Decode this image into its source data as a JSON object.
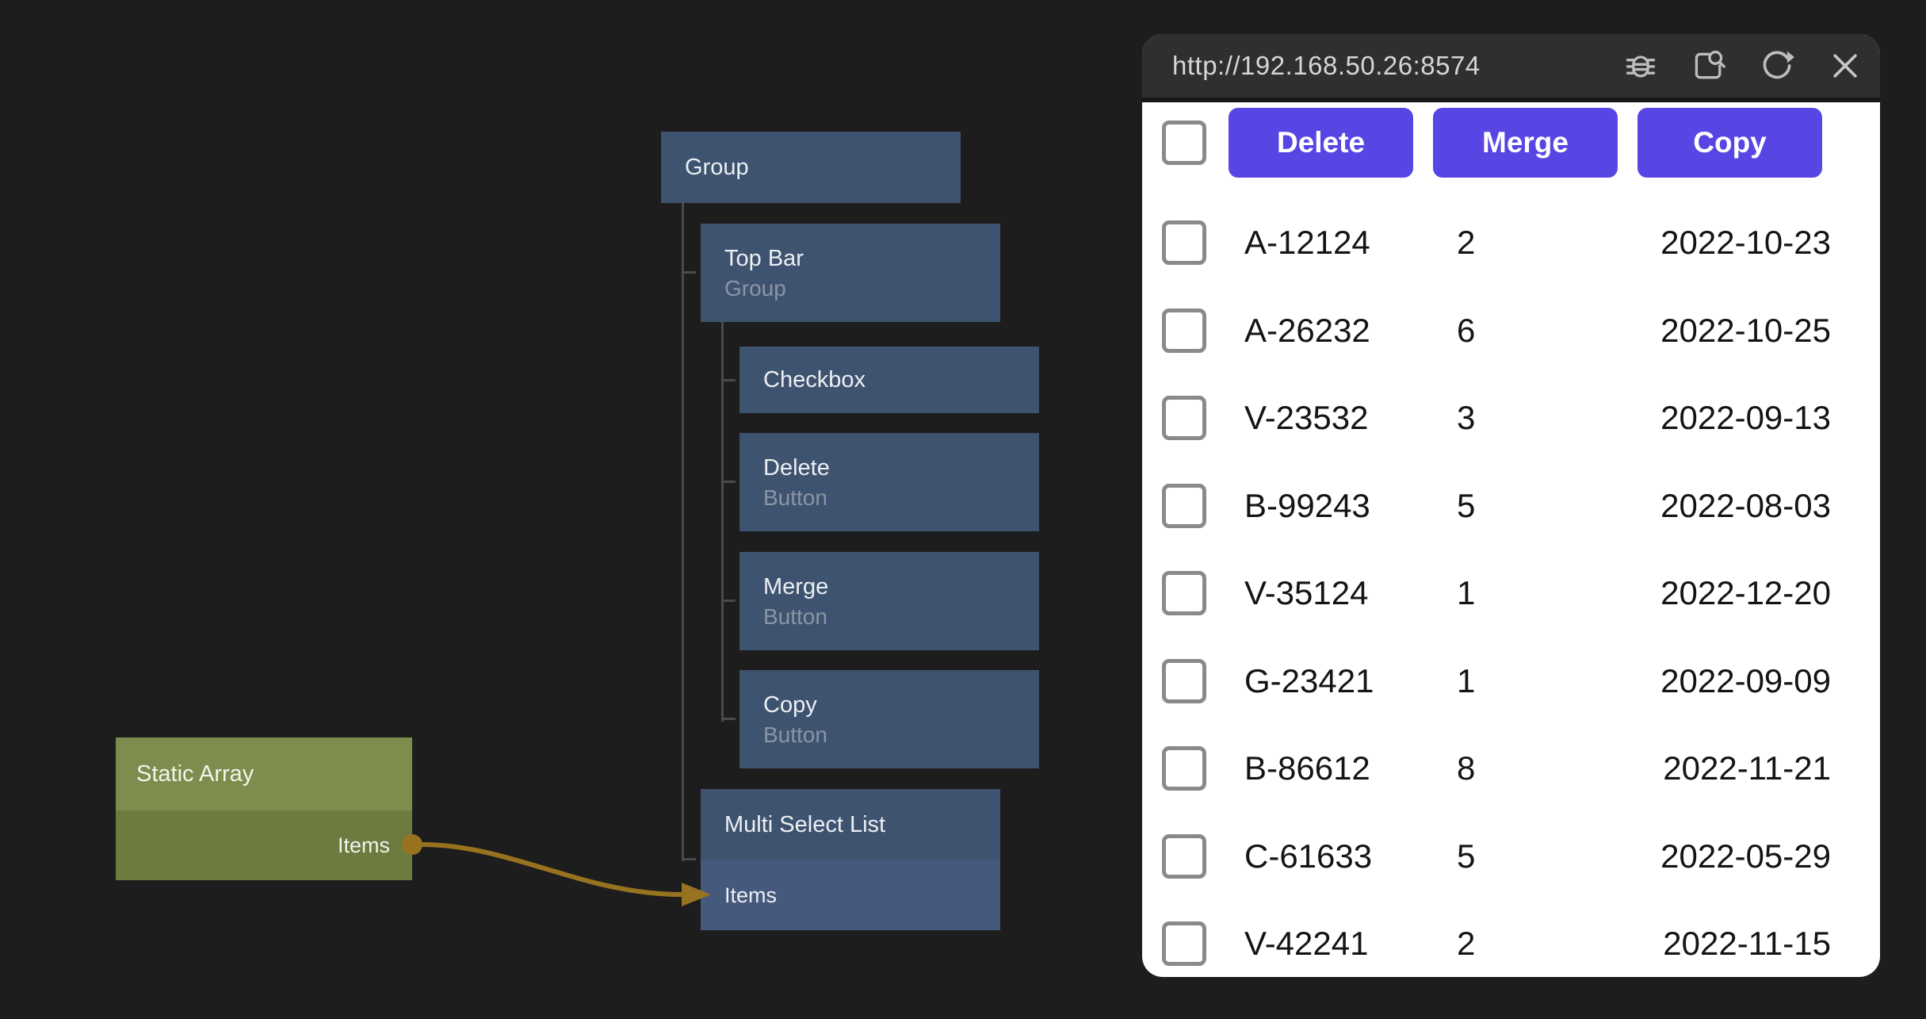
{
  "editor": {
    "background_color": "#1d1d1d",
    "node_color": "#3e536f",
    "node_port_row_color": "#45597c",
    "tree_line_color": "#4a4a4a",
    "wire_color": "#97731f",
    "tree_nodes": [
      {
        "title": "Group",
        "subtitle": ""
      },
      {
        "title": "Top Bar",
        "subtitle": "Group"
      },
      {
        "title": "Checkbox",
        "subtitle": ""
      },
      {
        "title": "Delete",
        "subtitle": "Button"
      },
      {
        "title": "Merge",
        "subtitle": "Button"
      },
      {
        "title": "Copy",
        "subtitle": "Button"
      },
      {
        "title": "Multi Select List",
        "input_port": "Items"
      }
    ],
    "static_array_node": {
      "title": "Static Array",
      "output_port": "Items",
      "header_color": "#7e8c4d",
      "body_color": "#6d7a40"
    }
  },
  "preview": {
    "url": "http://192.168.50.26:8574",
    "toolbar_icons": [
      "bug-debug",
      "inspect-page",
      "refresh",
      "close"
    ],
    "accent_color": "#5746e3",
    "buttons": {
      "delete": "Delete",
      "merge": "Merge",
      "copy": "Copy"
    },
    "rows": [
      {
        "id": "A-12124",
        "qty": "2",
        "date": "2022-10-23"
      },
      {
        "id": "A-26232",
        "qty": "6",
        "date": "2022-10-25"
      },
      {
        "id": "V-23532",
        "qty": "3",
        "date": "2022-09-13"
      },
      {
        "id": "B-99243",
        "qty": "5",
        "date": "2022-08-03"
      },
      {
        "id": "V-35124",
        "qty": "1",
        "date": "2022-12-20"
      },
      {
        "id": "G-23421",
        "qty": "1",
        "date": "2022-09-09"
      },
      {
        "id": "B-86612",
        "qty": "8",
        "date": "2022-11-21"
      },
      {
        "id": "C-61633",
        "qty": "5",
        "date": "2022-05-29"
      },
      {
        "id": "V-42241",
        "qty": "2",
        "date": "2022-11-15"
      }
    ]
  }
}
